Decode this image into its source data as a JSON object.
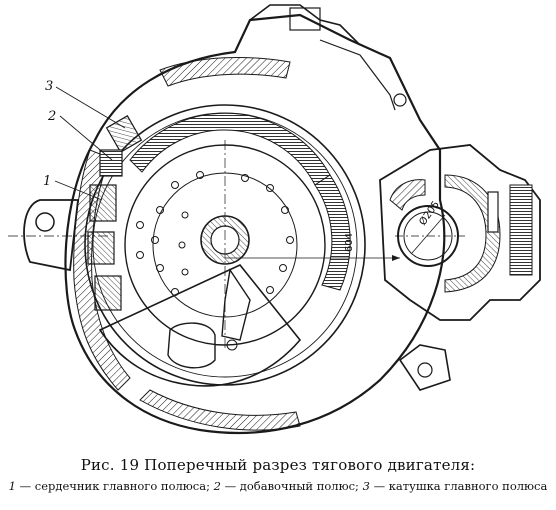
{
  "figure": {
    "callouts": [
      {
        "num": "3"
      },
      {
        "num": "2"
      },
      {
        "num": "1"
      }
    ],
    "dimensions": {
      "diameter": "Ø205",
      "width": "604"
    },
    "hatch_color": "#1a1a1a",
    "background": "#ffffff"
  },
  "caption": {
    "title": "Рис. 19  Поперечный разрез тягового двигателя:",
    "legend": [
      {
        "num": "1",
        "text": "— сердечник главного полюса;"
      },
      {
        "num": "2",
        "text": "— добавочный полюс;"
      },
      {
        "num": "3",
        "text": "— катушка главного полюса"
      }
    ]
  }
}
